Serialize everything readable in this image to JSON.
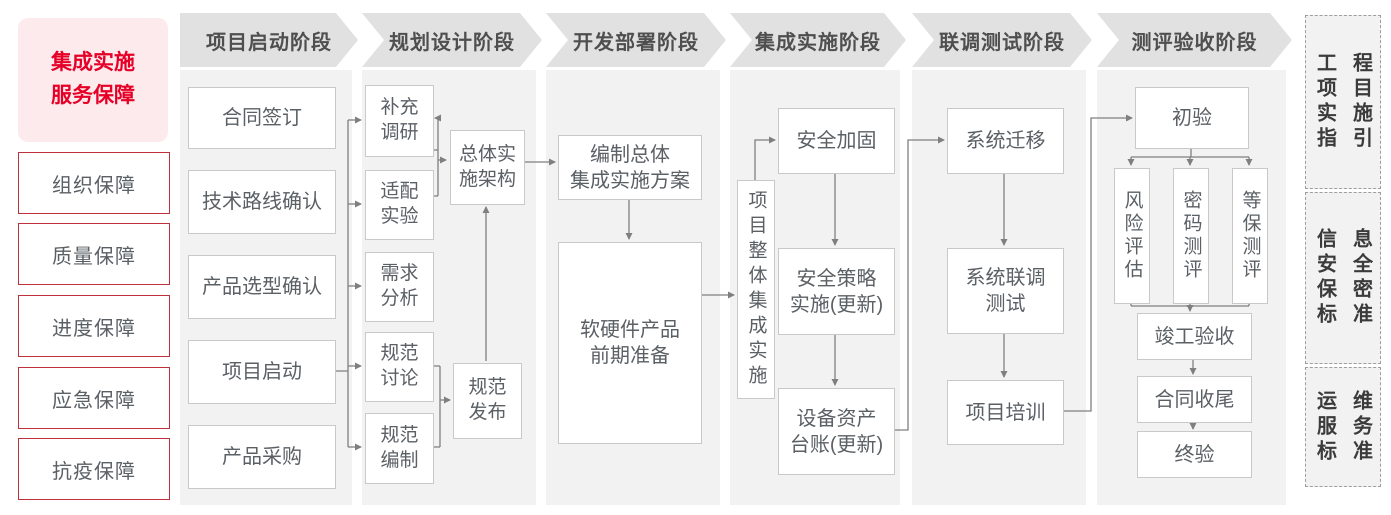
{
  "sidebar": {
    "header": "集成实施\n服务保障",
    "items": [
      "组织保障",
      "质量保障",
      "进度保障",
      "应急保障",
      "抗疫保障"
    ]
  },
  "stages": [
    "项目启动阶段",
    "规划设计阶段",
    "开发部署阶段",
    "集成实施阶段",
    "联调测试阶段",
    "测评验收阶段"
  ],
  "nodes": {
    "contract_signing": "合同签订",
    "tech_route_confirm": "技术路线确认",
    "product_selection_confirm": "产品选型确认",
    "project_kickoff": "项目启动",
    "product_procurement": "产品采购",
    "supplementary_research": "补充\n调研",
    "adaptation_test": "适配\n实验",
    "requirement_analysis": "需求\n分析",
    "spec_discussion": "规范\n讨论",
    "spec_drafting": "规范\n编制",
    "overall_architecture": "总体实\n施架构",
    "spec_release": "规范\n发布",
    "overall_plan": "编制总体\n集成实施方案",
    "product_preparation": "软硬件产品\n前期准备",
    "overall_integration": "项目整体集成实施",
    "security_hardening": "安全加固",
    "security_policy": "安全策略\n实施(更新)",
    "asset_ledger": "设备资产\n台账(更新)",
    "system_migration": "系统迁移",
    "joint_testing": "系统联调\n测试",
    "project_training": "项目培训",
    "initial_acceptance": "初验",
    "risk_assessment": "风险评估",
    "crypto_evaluation": "密码测评",
    "classified_protection_evaluation": "等保测评",
    "completion_acceptance": "竣工验收",
    "contract_closure": "合同收尾",
    "final_acceptance": "终验"
  },
  "right_panel": [
    {
      "label": "工程项目实施指引",
      "col_left": "工项实指",
      "col_right": "程目施引"
    },
    {
      "label": "信息安全保密标准",
      "col_left": "信安保标",
      "col_right": "息全密准"
    },
    {
      "label": "运维服务标准",
      "col_left": "运服标",
      "col_right": "维务准"
    }
  ],
  "colors": {
    "accent_red": "#e60027",
    "sidebar_border_red": "#c0303c",
    "pink_bg": "#fdeaed",
    "stage_band_bg": "#e1e1e1",
    "column_bg": "#f2f2f2",
    "node_border": "#c9c9c9",
    "connector_gray": "#7f7f7f",
    "text_gray": "#5b6065"
  }
}
